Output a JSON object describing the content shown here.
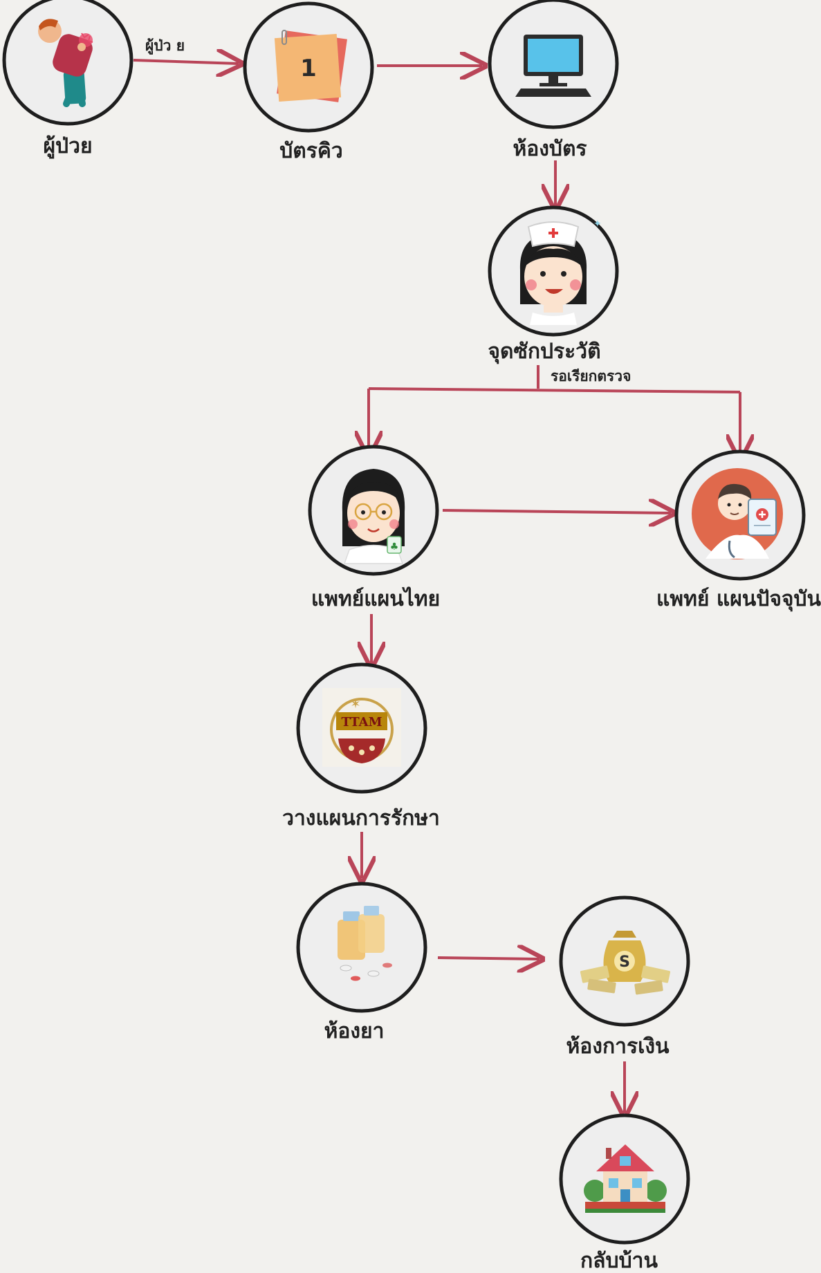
{
  "nodes": [
    {
      "id": "patient",
      "label": "ผู้ป่วย",
      "icon": "patient-back-pain-icon"
    },
    {
      "id": "queue_card",
      "label": "บัตรคิว",
      "icon": "queue-ticket-icon",
      "ticket_number": "1"
    },
    {
      "id": "registration",
      "label": "ห้องบัตร",
      "icon": "computer-icon"
    },
    {
      "id": "history",
      "label": "จุดซักประวัติ",
      "icon": "nurse-icon"
    },
    {
      "id": "thai_doctor",
      "label": "แพทย์แผนไทย",
      "icon": "thai-doctor-icon"
    },
    {
      "id": "modern_doctor",
      "label": "แพทย์ แผนปัจจุบัน",
      "icon": "modern-doctor-icon"
    },
    {
      "id": "treatment_plan",
      "label": "วางแผนการรักษา",
      "icon": "ttam-logo-icon",
      "logo_text": "TTAM"
    },
    {
      "id": "pharmacy",
      "label": "ห้องยา",
      "icon": "medicine-bottles-icon"
    },
    {
      "id": "cashier",
      "label": "ห้องการเงิน",
      "icon": "money-bag-icon",
      "money_symbol": "S"
    },
    {
      "id": "home",
      "label": "กลับบ้าน",
      "icon": "house-icon"
    }
  ],
  "edges": [
    {
      "from": "patient",
      "to": "queue_card",
      "label": "ผู้ป่ว ย"
    },
    {
      "from": "queue_card",
      "to": "registration"
    },
    {
      "from": "registration",
      "to": "history"
    },
    {
      "from": "history",
      "to": "thai_doctor",
      "label": "รอเรียกตรวจ"
    },
    {
      "from": "history",
      "to": "modern_doctor"
    },
    {
      "from": "thai_doctor",
      "to": "modern_doctor"
    },
    {
      "from": "thai_doctor",
      "to": "treatment_plan"
    },
    {
      "from": "treatment_plan",
      "to": "pharmacy"
    },
    {
      "from": "pharmacy",
      "to": "cashier"
    },
    {
      "from": "cashier",
      "to": "home"
    }
  ],
  "colors": {
    "arrow": "#b94558",
    "circle_stroke": "#1e1e1e",
    "circle_fill": "#eeeeee"
  }
}
